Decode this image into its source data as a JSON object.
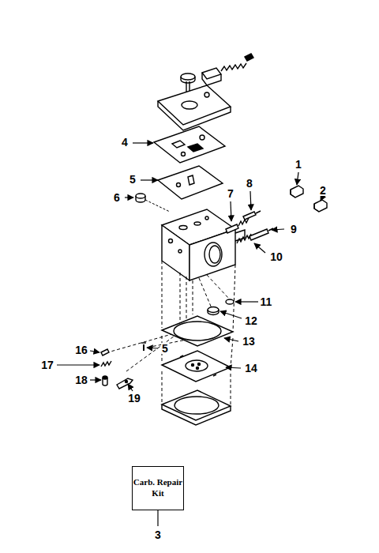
{
  "diagram": {
    "nodes": [
      {
        "text": [
          "Carb. Repair Kit"
        ]
      }
    ],
    "labels": [
      "1",
      "2",
      "4",
      "8",
      "7",
      "5",
      "6",
      "9",
      "10",
      "11",
      "12",
      "13",
      "16",
      "5",
      "17",
      "14",
      "18",
      "19",
      "3"
    ]
  }
}
